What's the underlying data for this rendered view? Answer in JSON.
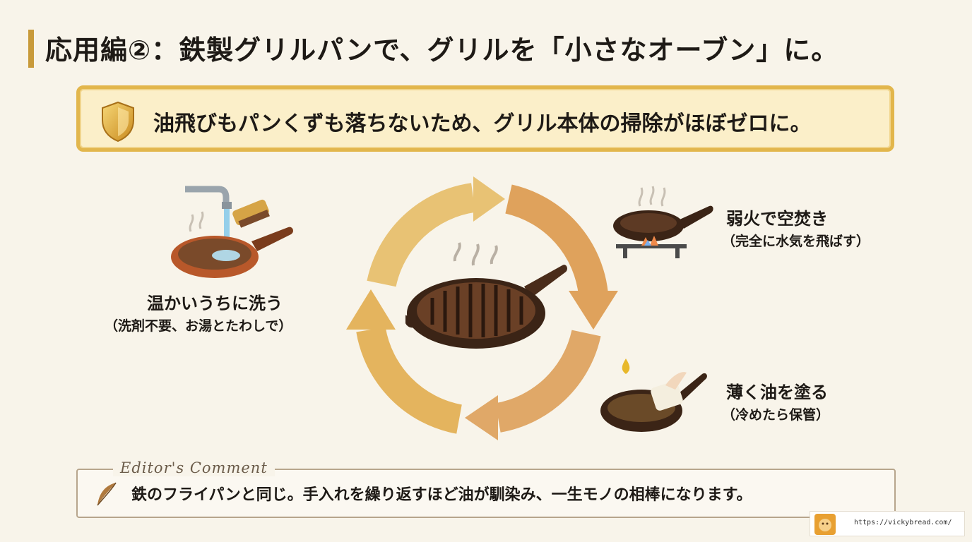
{
  "title": "応用編②：鉄製グリルパンで、グリルを「小さなオーブン」に。",
  "banner": {
    "text": "油飛びもパンくずも落ちないため、グリル本体の掃除がほぼゼロに。",
    "icon": "shield-icon"
  },
  "steps": [
    {
      "main": "温かいうちに洗う",
      "sub": "（洗剤不要、お湯とたわしで）",
      "icon": "washing-pan-icon"
    },
    {
      "main": "弱火で空焚き",
      "sub": "（完全に水気を飛ばす）",
      "icon": "pan-on-burner-icon"
    },
    {
      "main": "薄く油を塗る",
      "sub": "（冷めたら保管）",
      "icon": "oiling-pan-icon"
    }
  ],
  "center_icon": "grill-pan-icon",
  "comment": {
    "heading": "Editor's Comment",
    "text": "鉄のフライパンと同じ。手入れを繰り返すほど油が馴染み、一生モノの相棒になります。",
    "icon": "quill-icon"
  },
  "footer": {
    "url": "https://vickybread.com/",
    "icon": "bread-logo-icon"
  },
  "colors": {
    "accent": "#c89a3a",
    "banner_border": "#e2b64c",
    "banner_fill": "#fbefc9",
    "arrow_light": "#e6bd68",
    "arrow_dark": "#d99452"
  }
}
